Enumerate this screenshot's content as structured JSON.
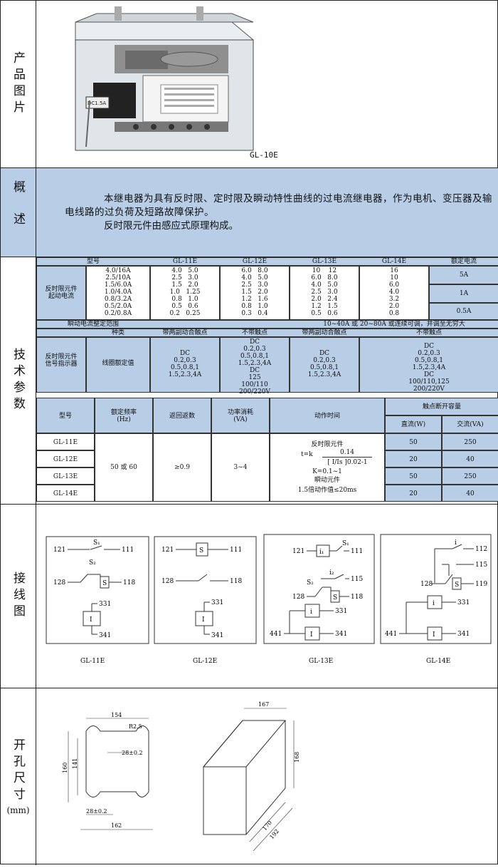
{
  "sections": {
    "photo": "产品图片",
    "overview": "概述",
    "tech": "技术参数",
    "wiring": "接线图",
    "cutout": "开孔尺寸",
    "cutout_unit": "(mm)"
  },
  "photo_caption": "GL-10E",
  "photo_badge": "DC1.5A",
  "overview": {
    "p1": "本继电器为具有反时限、定时限及瞬动特性曲线的过电流继电器，作为电机、变压器及输电线路的过负荷及短路故障保护。",
    "p2": "反时限元件由感应式原理构成。"
  },
  "t1": {
    "h_model": "型号",
    "models": [
      "GL-11E",
      "GL-12E",
      "GL-13E",
      "GL-14E"
    ],
    "h_rated": "额定电流",
    "row_label": "反时限元件\n起动电流",
    "col0": "4.0/16A\n2.5/10A\n1.5/6.0A\n1.0/4.0A\n0.8/3.2A\n0.5/2.0A\n0.2/0.8A",
    "col1": "4.0   5.0\n2.5   3.0\n1.5   2.0\n1.0   1.25\n0.8   1.0\n0.5   0.6\n0.2   0.25",
    "col2": "6.0   8.0\n4.0   5.0\n2.5   3.0\n1.5   2.0\n1.2   1.6\n0.8   1.0\n0.3   0.4",
    "col3": "10    12\n6.0   8.0\n4.0   5.0\n2.5   3.0\n2.0   2.4\n1.2   1.5\n0.5   0.6",
    "col4": "16\n10\n6.0\n4.0\n3.2\n2.0\n0.8",
    "rated": [
      "5A",
      "1A",
      "0.5A"
    ],
    "inst_label": "瞬动电流整定范围",
    "inst_value": "10~40A 或 20~80A 或连续可调，并调至无穷大",
    "h_kind": "种类",
    "kind_a": "带两副动合触点",
    "kind_b": "不带触点",
    "kind_c": "带两副动合触点",
    "kind_d": "不带触点",
    "sig_label": "反时限元件\n信号指示器",
    "coil_label": "线圈额定值",
    "sig_a": "DC\n0.2,0.3\n0.5,0.8,1\n1.5,2.3,4A",
    "sig_b": "DC\n0.2,0.3\n0.5,0.8,1\n1.5,2.3,4A\nDC\n125\n100/110\n200/220V",
    "sig_c": "DC\n0.2,0.3\n0.5,0.8,1\n1.5,2.3,4A",
    "sig_d": "DC\n0.2,0.3\n0.5,0.8,1\n1.5,2.3,4A\nDC\n100/110,125\n200/220V"
  },
  "t2": {
    "h_model": "型号",
    "h_freq": "额定频率\n(Hz)",
    "h_return": "返回返数",
    "h_power": "功率消耗\n(VA)",
    "h_time": "动作时间",
    "h_contact": "触点断开容量",
    "h_dc": "直流(W)",
    "h_ac": "交流(VA)",
    "models": [
      "GL-11E",
      "GL-12E",
      "GL-13E",
      "GL-14E"
    ],
    "freq": "50 或 60",
    "return": "≥0.9",
    "power": "3~4",
    "time_title": "反时限元件",
    "formula_num": "0.14",
    "formula_t": "t=k",
    "formula_den": "[ I/Is ]0.02-1",
    "k_range": "K=0.1~1",
    "inst_title": "瞬动元件",
    "inst_time": "1.5倍动作值≤20ms",
    "dc": [
      "50",
      "20",
      "50",
      "20"
    ],
    "ac": [
      "250",
      "40",
      "250",
      "40"
    ]
  },
  "wiring": {
    "captions": [
      "GL-11E",
      "GL-12E",
      "GL-13E",
      "GL-14E"
    ],
    "d1": {
      "t121": "121",
      "t111": "111",
      "t128": "128",
      "t118": "118",
      "t331": "331",
      "t341": "341",
      "s1": "S₁",
      "s2": "S₂",
      "s": "S",
      "i": "I"
    },
    "d2": {
      "t121": "121",
      "t111": "111",
      "t128": "128",
      "t118": "118",
      "t331": "331",
      "t341": "341",
      "s": "S",
      "i": "I"
    },
    "d3": {
      "t121": "121",
      "t111": "111",
      "t115": "115",
      "t128": "128",
      "t118": "118",
      "t331": "331",
      "t441": "441",
      "t341": "341",
      "s1": "S₁",
      "s2": "S₂",
      "i1": "i₁",
      "i2": "i₂",
      "s": "S",
      "i": "i",
      "I": "I"
    },
    "d4": {
      "t112": "112",
      "t115": "115",
      "t128": "128",
      "t119": "119",
      "t331": "331",
      "t441": "441",
      "t341": "341",
      "i": "i",
      "s": "S",
      "i2": "i",
      "I": "I"
    }
  },
  "dims": {
    "w154": "154",
    "r25": "R2.5",
    "d28a": "28±0.2",
    "h160": "160",
    "h141": "141",
    "d28b": "28±0.2",
    "w162": "162",
    "w167": "167",
    "h168": "168",
    "d170": "170",
    "d192": "192"
  }
}
